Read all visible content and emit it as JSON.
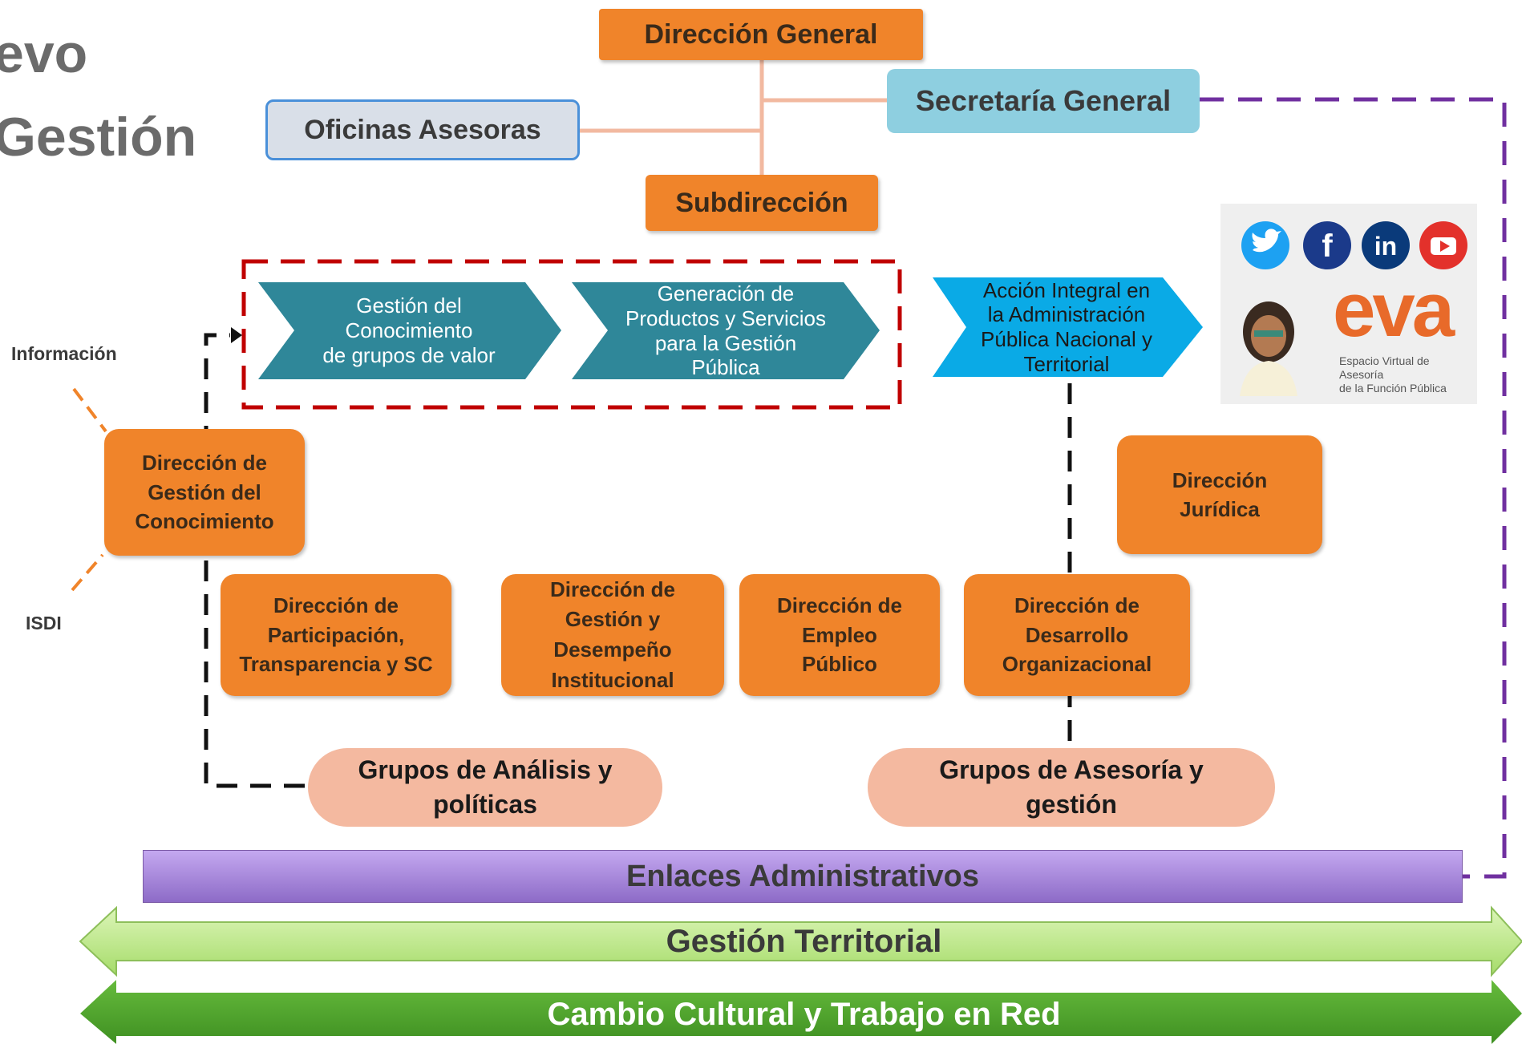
{
  "title_fragments": [
    "evo",
    "Gestión"
  ],
  "top": {
    "direccion_general": "Dirección General",
    "secretaria_general": "Secretaría General",
    "oficinas_asesoras": "Oficinas Asesoras",
    "subdireccion": "Subdirección"
  },
  "chevrons": [
    "Gestión del\nConocimiento\nde grupos de valor",
    "Generación de\nProductos y Servicios\npara la Gestión\nPública",
    "Acción Integral en\nla Administración\nPública Nacional y\nTerritorial"
  ],
  "side_labels": {
    "informacion": "Información",
    "isdi": "ISDI"
  },
  "direcciones": {
    "gestion_conocimiento": "Dirección de\nGestión del\nConocimiento",
    "juridica": "Dirección\nJurídica",
    "participacion": "Dirección de\nParticipación,\nTransparencia y SC",
    "gestion_desempeno": "Dirección de\nGestión y\nDesempeño\nInstitucional",
    "empleo_publico": "Dirección de\nEmpleo\nPúblico",
    "desarrollo_organizacional": "Dirección de\nDesarrollo\nOrganizacional"
  },
  "grupos": {
    "analisis": "Grupos de Análisis y\npolíticas",
    "asesoria": "Grupos de Asesoría y\ngestión"
  },
  "bands": {
    "enlaces": "Enlaces Administrativos",
    "territorial": "Gestión Territorial",
    "cambio": "Cambio Cultural y Trabajo en Red"
  },
  "eva_panel": {
    "logo_text": "eva",
    "caption": "Espacio Virtual de Asesoría\nde la Función Pública",
    "social_icons": [
      "twitter-icon",
      "facebook-icon",
      "linkedin-icon",
      "youtube-icon"
    ]
  },
  "colors": {
    "orange": "#f0842a",
    "teal": "#2f8799",
    "cyan": "#0aaae6",
    "light_blue": "#8ecfe0",
    "salmon": "#f4b9a0",
    "purple": "#a98bd6",
    "light_green": "#b9e686",
    "green": "#54a830",
    "dashed_red": "#c00000",
    "dashed_purple": "#7030a0"
  }
}
